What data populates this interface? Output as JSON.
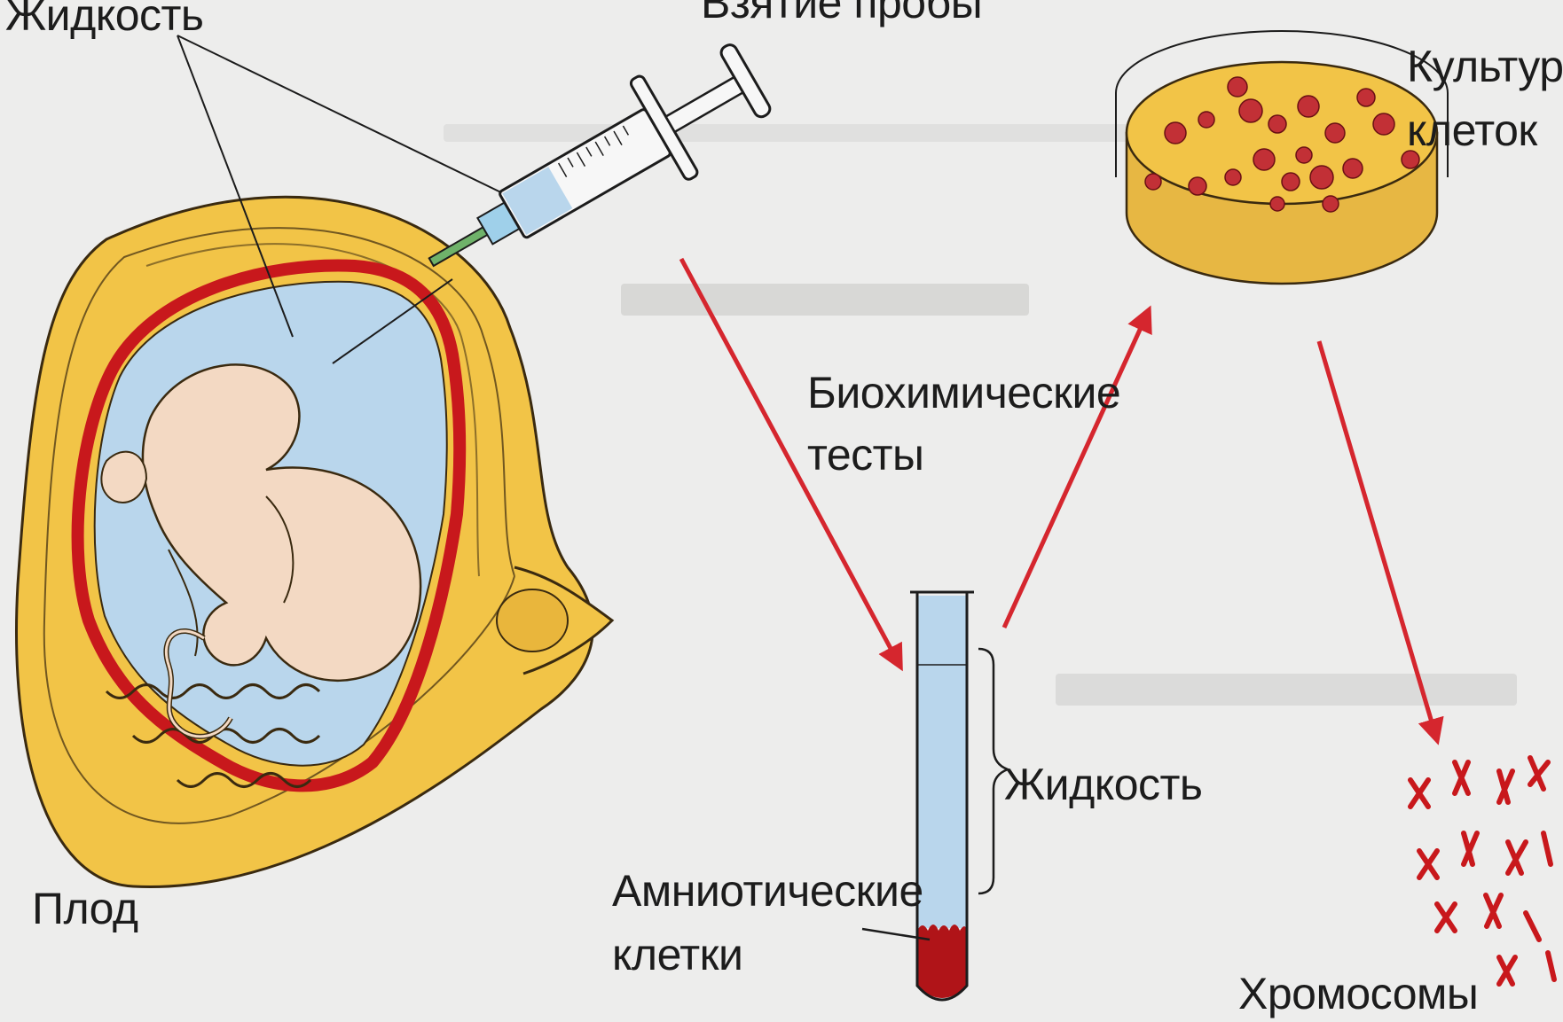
{
  "labels": {
    "fluid_top": "Жидкость",
    "sampling": "Взятие пробы",
    "culture_line1": "Культура",
    "culture_line2": "клеток",
    "biochem_line1": "Биохимические",
    "biochem_line2": "тесты",
    "fluid_tube": "Жидкость",
    "amnio_line1": "Амниотические",
    "amnio_line2": "клетки",
    "fetus": "Плод",
    "chromosomes": "Хромосомы"
  },
  "colors": {
    "background": "#ededec",
    "tissue_yellow": "#f2c447",
    "amniotic_fluid": "#b9d6ec",
    "blood_red": "#c8181c",
    "fetus_skin": "#f3d9c3",
    "arrow_red": "#d5262e",
    "outline": "#3a2a10"
  }
}
